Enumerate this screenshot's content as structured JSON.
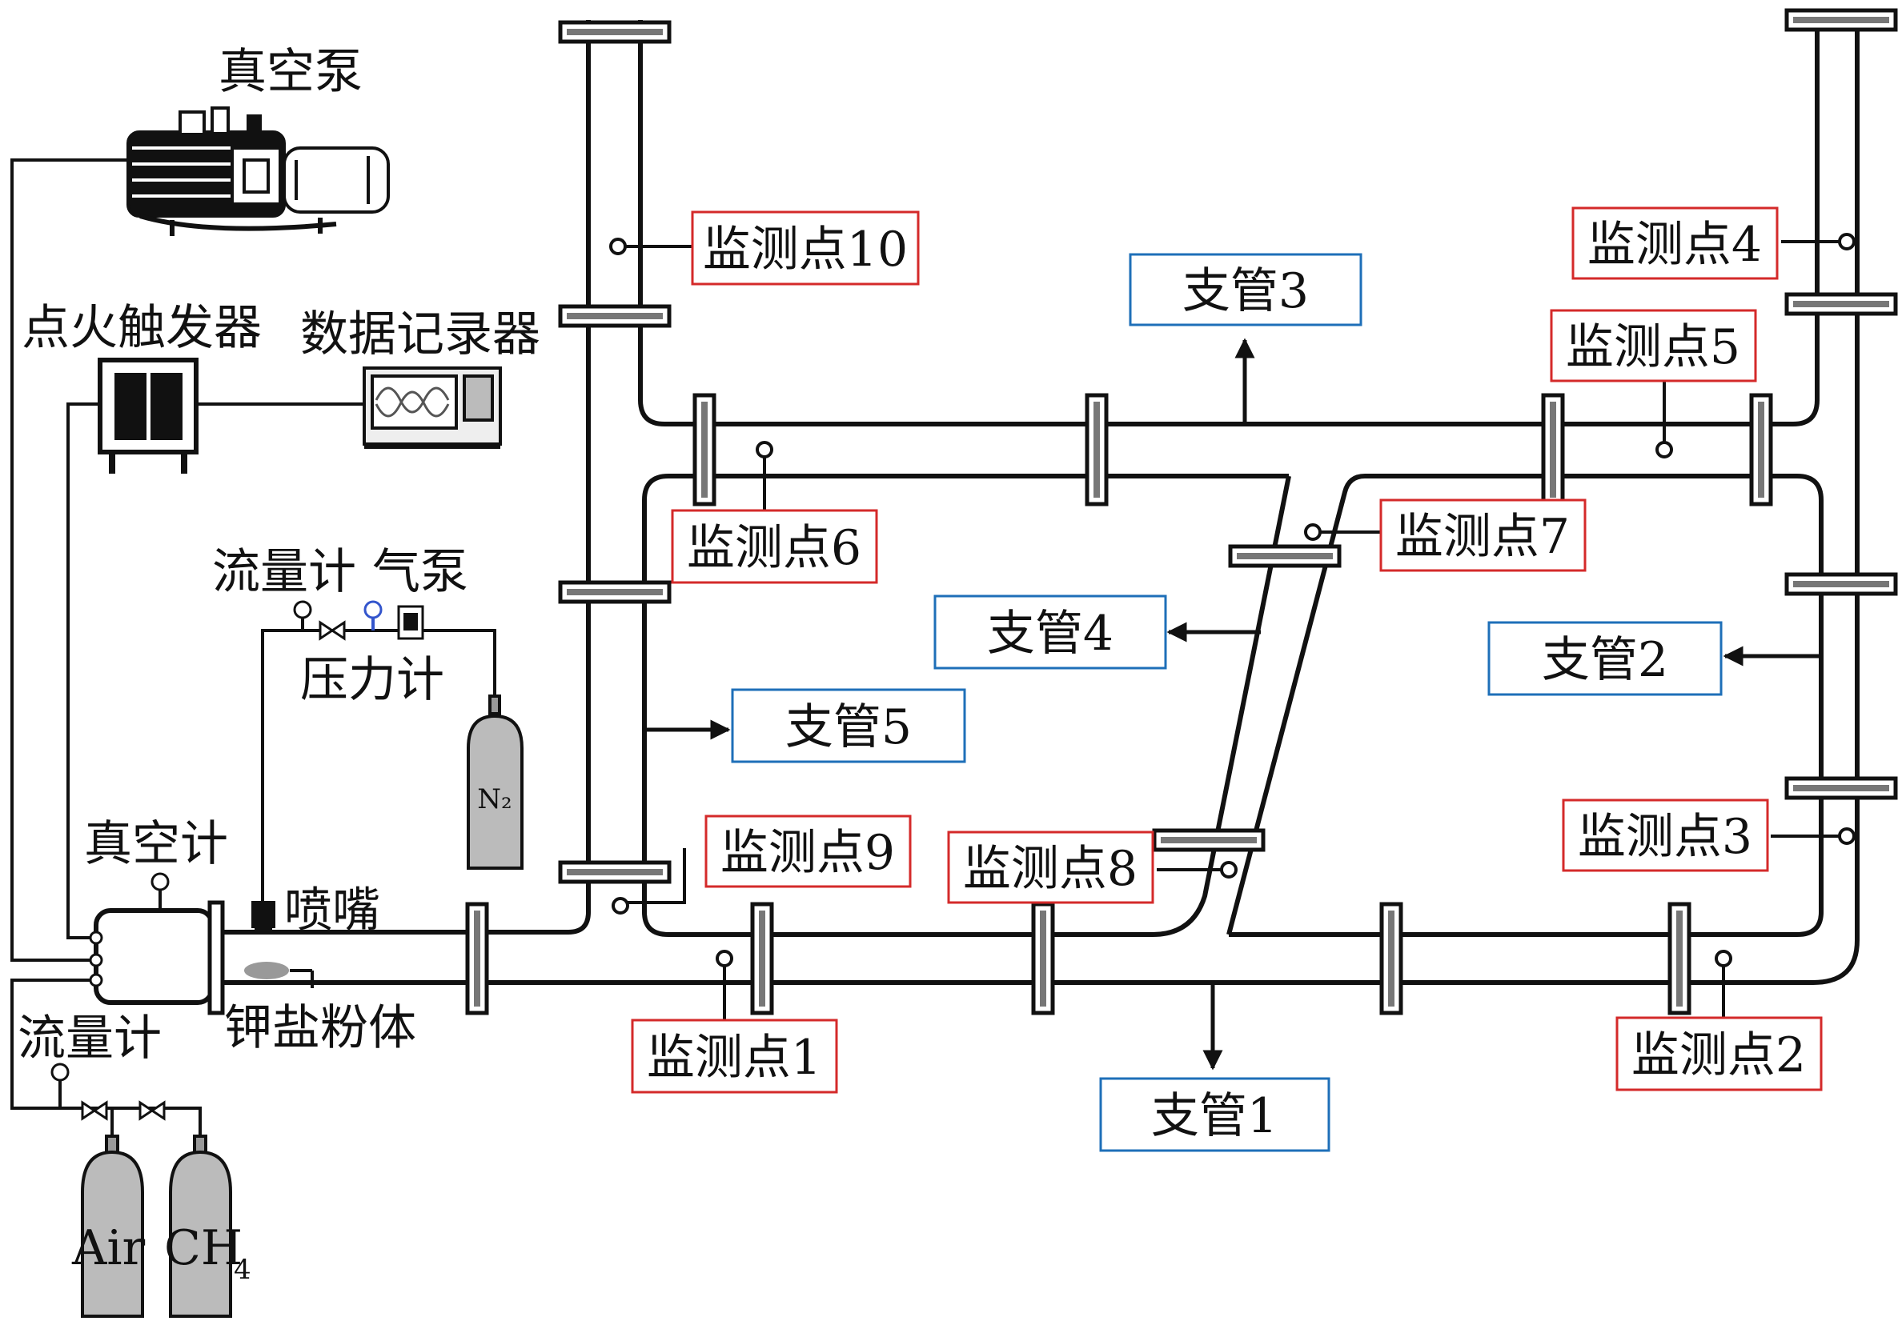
{
  "labels": {
    "vacuum_pump": "真空泵",
    "ignition_trigger": "点火触发器",
    "data_recorder": "数据记录器",
    "flowmeter_top": "流量计",
    "gas_pump": "气泵",
    "pressure_gauge": "压力计",
    "vacuum_gauge": "真空计",
    "nozzle": "喷嘴",
    "potassium_powder": "钾盐粉体",
    "flowmeter_bottom": "流量计",
    "n2": "N₂",
    "air": "Air",
    "ch4": "CH",
    "ch4_sub": "4"
  },
  "monitor_points": [
    {
      "id": "mp1",
      "label": "监测点1"
    },
    {
      "id": "mp2",
      "label": "监测点2"
    },
    {
      "id": "mp3",
      "label": "监测点3"
    },
    {
      "id": "mp4",
      "label": "监测点4"
    },
    {
      "id": "mp5",
      "label": "监测点5"
    },
    {
      "id": "mp6",
      "label": "监测点6"
    },
    {
      "id": "mp7",
      "label": "监测点7"
    },
    {
      "id": "mp8",
      "label": "监测点8"
    },
    {
      "id": "mp9",
      "label": "监测点9"
    },
    {
      "id": "mp10",
      "label": "监测点10"
    }
  ],
  "branches": [
    {
      "id": "b1",
      "label": "支管1"
    },
    {
      "id": "b2",
      "label": "支管2"
    },
    {
      "id": "b3",
      "label": "支管3"
    },
    {
      "id": "b4",
      "label": "支管4"
    },
    {
      "id": "b5",
      "label": "支管5"
    }
  ],
  "colors": {
    "monitor_border": "#d42a2a",
    "branch_border": "#1e6fb8",
    "pipe": "#111111",
    "gauge_blue": "#3355cc"
  }
}
